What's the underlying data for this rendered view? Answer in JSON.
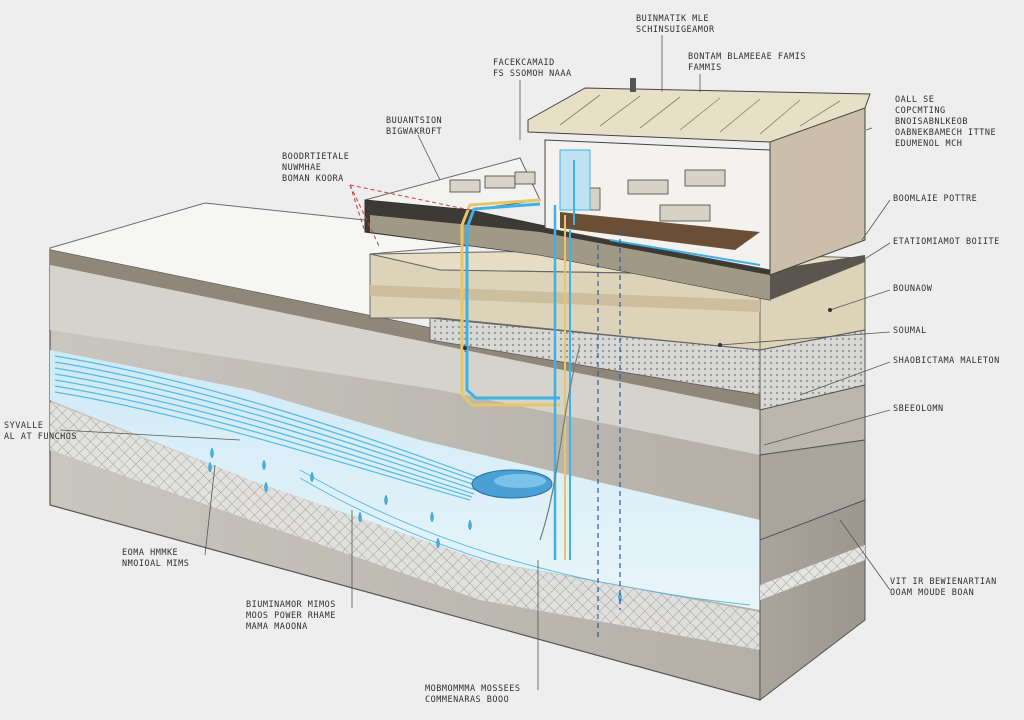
{
  "callouts": {
    "top_center": [
      "BUINMATIK MLE",
      "SCHINSUIGEAMOR"
    ],
    "top_left_mid": [
      "FACEKCAMAID",
      "FS SSOMOH NAAA"
    ],
    "roof_label": [
      "BONTAM BLAMEEAE FAMIS",
      "FAMMIS"
    ],
    "top_right": [
      "OALL SE",
      "COPCMTING",
      "BNOISABNLKEOB",
      "OABNEKBAMECH ITTNE",
      "EDUMENOL MCH"
    ],
    "pipe_entry": [
      "BUUANTSION",
      "BIGWAKROFT"
    ],
    "left_house": [
      "BOODRTIETALE",
      "NUWMHAE",
      "BOMAN KOORA"
    ],
    "layer_1": [
      "BOOMLAIE POTTRE"
    ],
    "layer_2": [
      "ETATIOMIAMOT BOIITE"
    ],
    "layer_3": [
      "BOUNAOW"
    ],
    "layer_4": [
      "SOUMAL"
    ],
    "layer_5": [
      "SHAOBICTAMA MALETON"
    ],
    "layer_6": [
      "SBEEOLOMN"
    ],
    "left_water": [
      "SYVALLE",
      "AL AT FUNCHOS"
    ],
    "left_lower": [
      "EOMA HMMKE",
      "NMOIOAL MIMS"
    ],
    "bottom_mid": [
      "BIUMINAMOR MIMOS",
      "MOOS POWER RHAME",
      "MAMA MAOONA"
    ],
    "right_lower": [
      "VIT IR BEWIENARTIAN",
      "OOAM MOUDE BOAN"
    ],
    "bottom": [
      "MOBMOMMMA MOSSEES",
      "COMMENARAS BOOO"
    ]
  },
  "colors": {
    "background": "#eeeeee",
    "water": "#3fb2e3",
    "pipe_yellow": "#e5c76a",
    "soil": "#bdb8ae",
    "sand": "#ddd3b8",
    "gravel": "#dadad8",
    "red_dash": "#d23a3a",
    "blue_dash": "#2a5aa8"
  }
}
